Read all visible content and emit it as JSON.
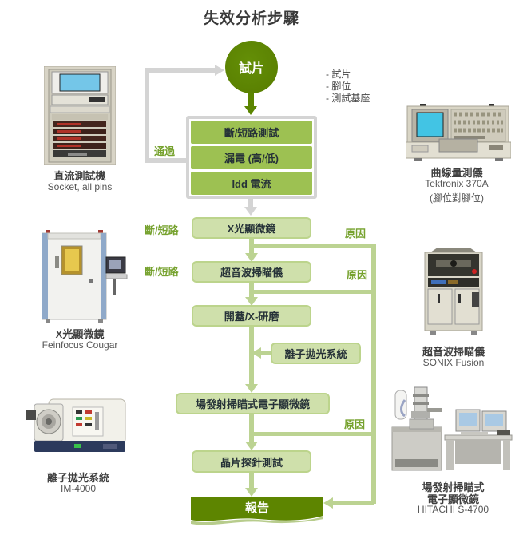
{
  "title": "失效分析步驟",
  "flow": {
    "start": "試片",
    "notes": [
      "- 試片",
      "- 腳位",
      "- 測試基座"
    ],
    "pass_label": "通過",
    "screen_tests": [
      "斷/短路測試",
      "漏電 (高/低)",
      "Idd 電流"
    ],
    "steps": {
      "xray": "X光顯微鏡",
      "ultrasonic": "超音波掃瞄儀",
      "decap": "開蓋/X-研磨",
      "ion_polish": "離子拋光系統",
      "sem": "場發射掃瞄式電子顯微鏡",
      "probe": "晶片探針測試",
      "report": "報告"
    },
    "branch_labels": {
      "open_short_1": "斷/短路",
      "open_short_2": "斷/短路",
      "cause_1": "原因",
      "cause_2": "原因",
      "cause_3": "原因"
    }
  },
  "equipment": {
    "dc_tester": {
      "zh": "直流測試機",
      "en": "Socket, all pins"
    },
    "curve_tracer": {
      "zh": "曲線量測儀",
      "en": "Tektronix 370A",
      "en2": "(腳位對腳位)"
    },
    "xray_microscope": {
      "zh": "X光顯微鏡",
      "en": "Feinfocus Cougar"
    },
    "ultrasonic_scanner": {
      "zh": "超音波掃瞄儀",
      "en": "SONIX Fusion"
    },
    "ion_polisher": {
      "zh": "離子拋光系統",
      "en": "IM-4000"
    },
    "fe_sem": {
      "zh1": "場發射掃瞄式",
      "zh2": "電子顯微鏡",
      "en": "HITACHI S-4700"
    }
  },
  "colors": {
    "dark_green": "#5b8500",
    "box_green": "#9dc152",
    "pale_green": "#cfe0ab",
    "arrow_green": "#bcd392",
    "label_green": "#76a22e",
    "line_gray": "#d4d4d4",
    "text_dark": "#263238"
  }
}
